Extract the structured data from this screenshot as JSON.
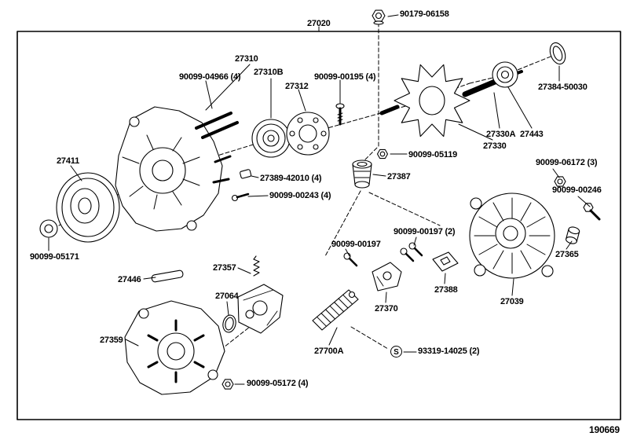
{
  "diagram": {
    "drawing_number": "190669"
  },
  "parts": {
    "nut_90179_06158": "90179-06158",
    "assy_27020": "27020",
    "bracket_27310": "27310",
    "stud_90099_04966": "90099-04966 (4)",
    "bearing_27310b": "27310B",
    "plate_27312": "27312",
    "screw_90099_00195": "90099-00195 (4)",
    "collar_27384_50030": "27384-50030",
    "rotor_27330a": "27330A",
    "bearing_27443": "27443",
    "rotor_27330": "27330",
    "nut_90099_05119": "90099-05119",
    "pulley_27411": "27411",
    "insulator_27389_42010": "27389-42010 (4)",
    "bolt_90099_00243": "90099-00243 (4)",
    "insulator_27387": "27387",
    "nut_90099_06172": "90099-06172 (3)",
    "bolt_90099_00246": "90099-00246",
    "nut_90099_05171": "90099-05171",
    "terminal_27446": "27446",
    "brush_holder_27357": "27357",
    "screw_90099_00197_pair": "90099-00197 (2)",
    "screw_90099_00197": "90099-00197",
    "spacer_27365": "27365",
    "oring_27064": "27064",
    "connector_27388": "27388",
    "cover_27039": "27039",
    "bracket_27359": "27359",
    "regulator_27370": "27370",
    "rectifier_27700a": "27700A",
    "screw_93319_14025": "93319-14025 (2)",
    "symbol_s": "S",
    "nut_90099_05172": "90099-05172 (4)"
  }
}
